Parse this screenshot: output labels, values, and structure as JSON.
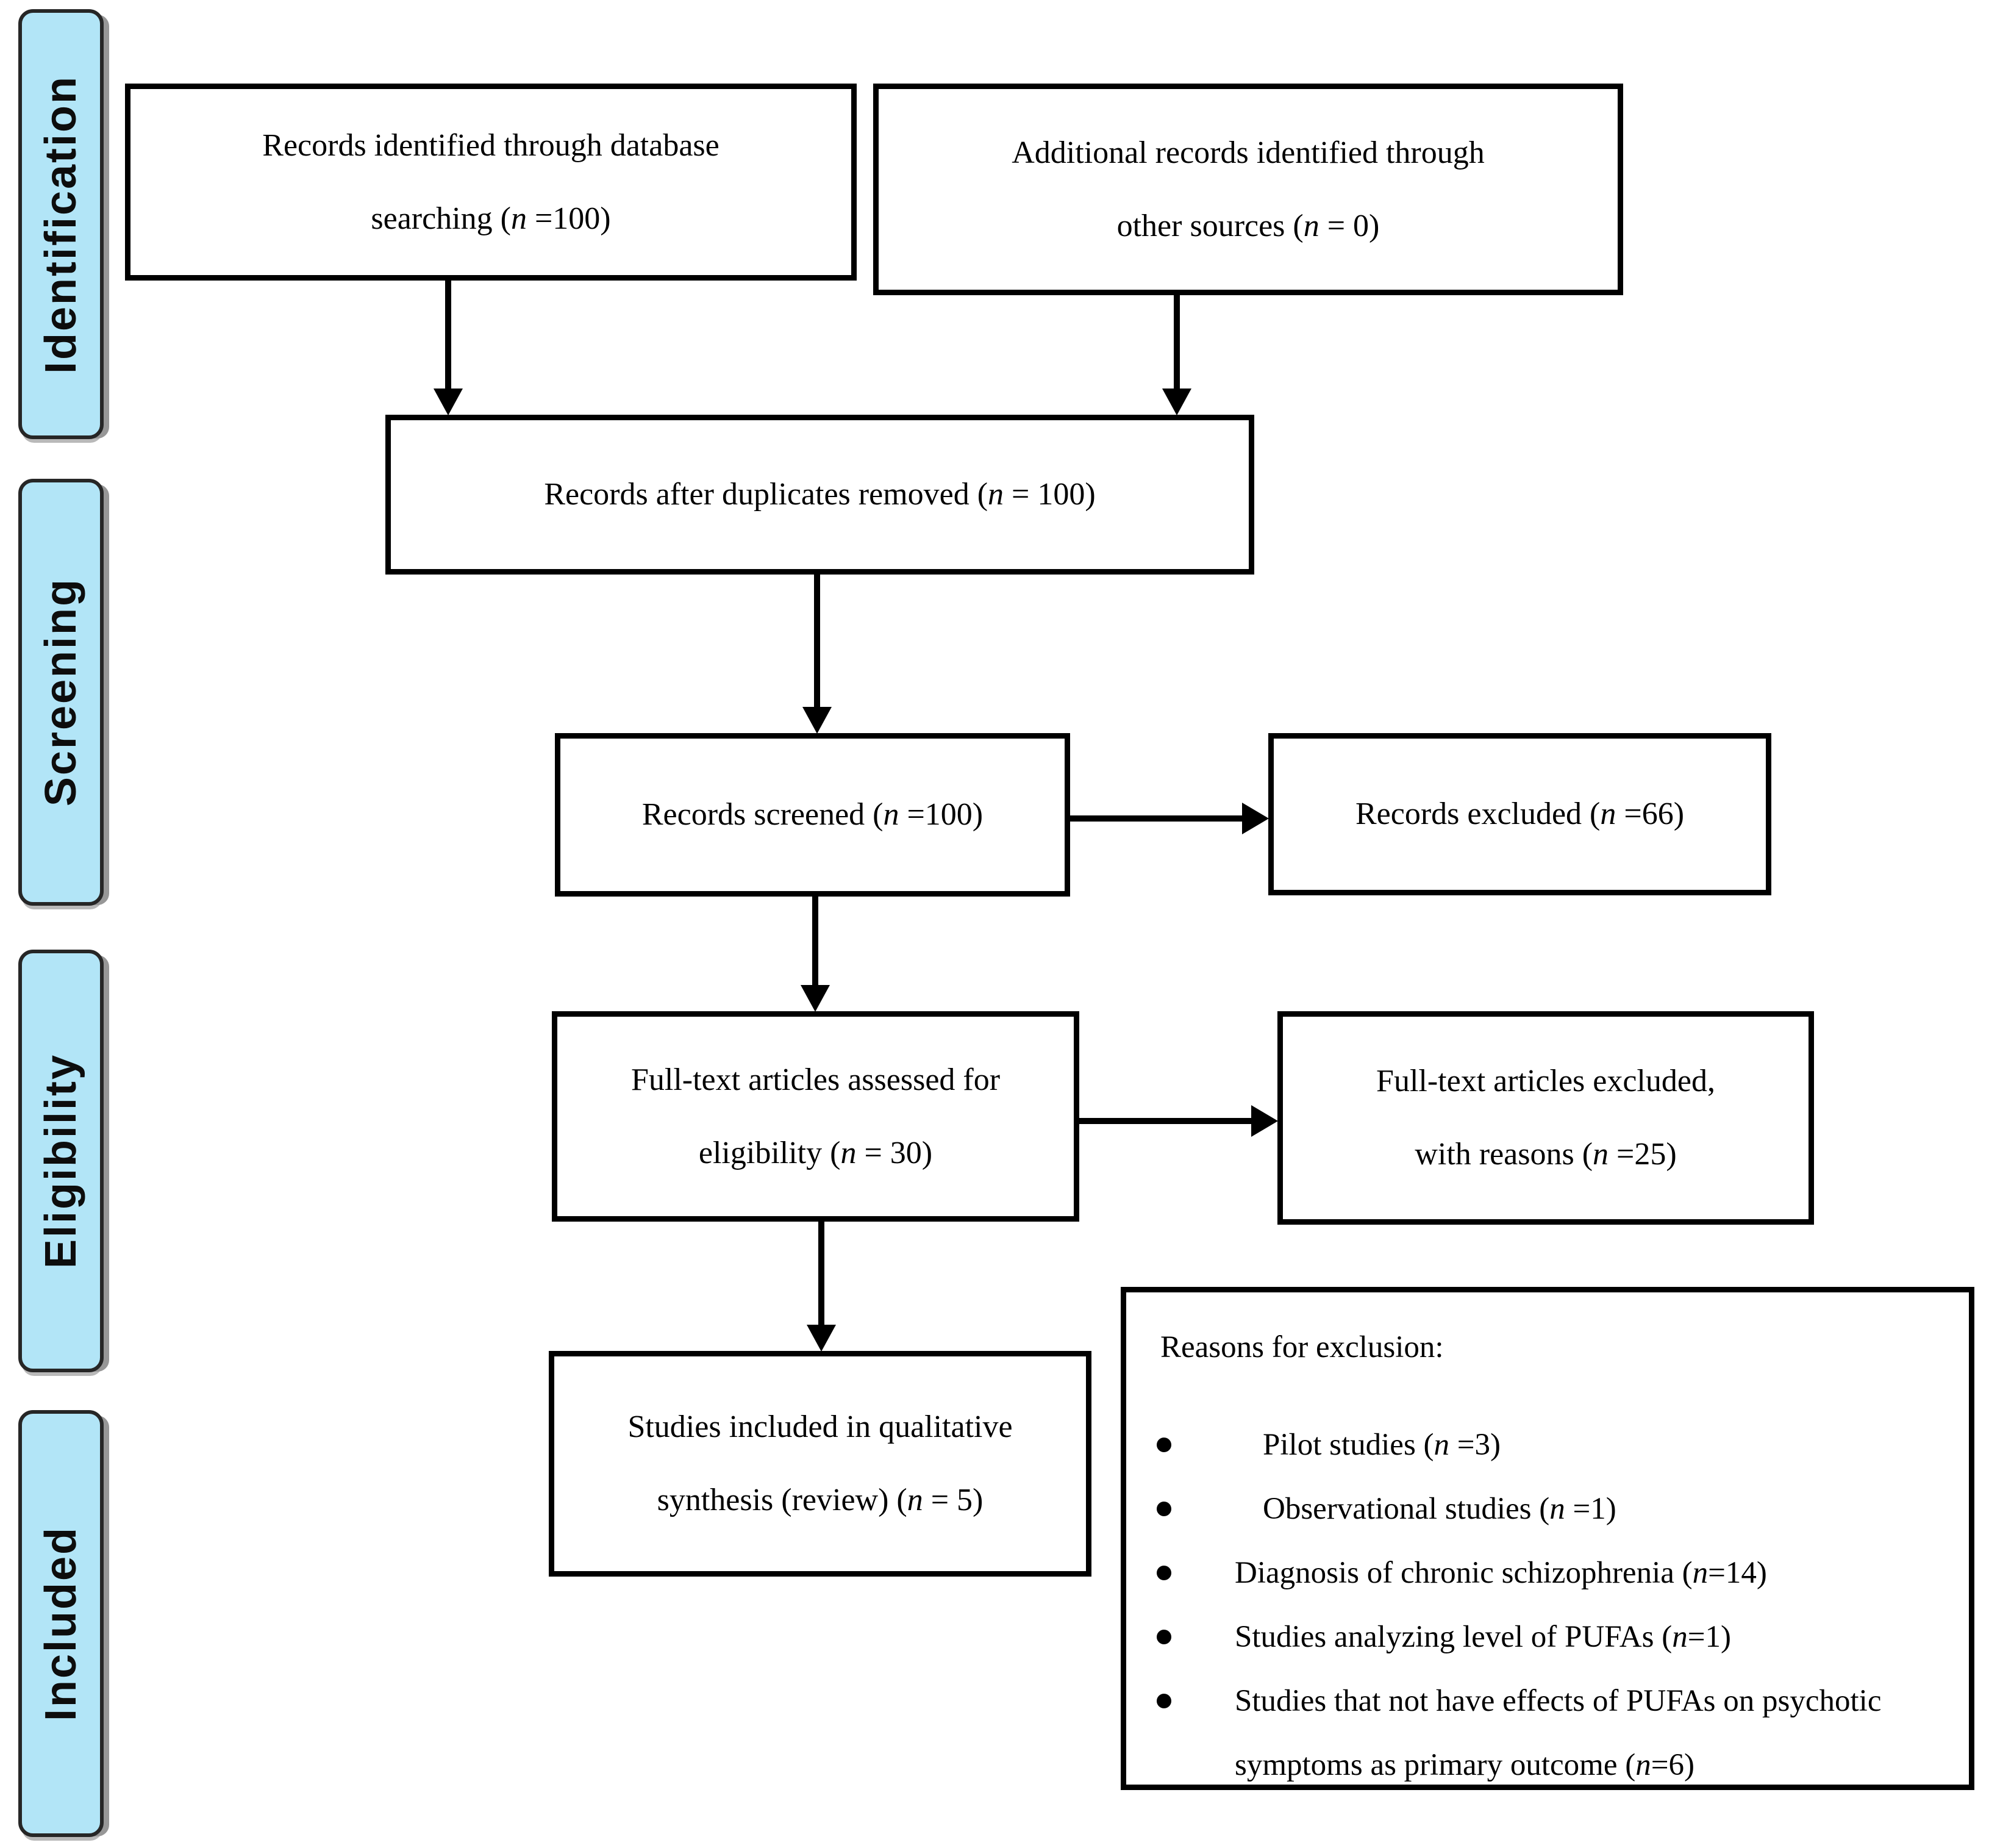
{
  "stages": [
    {
      "label": "Identification"
    },
    {
      "label": "Screening"
    },
    {
      "label": "Eligibility"
    },
    {
      "label": "Included"
    }
  ],
  "boxes": {
    "identified": {
      "lines": [
        "Records identified through database",
        "searching (n =100)"
      ]
    },
    "additional": {
      "lines": [
        "Additional records identified through",
        "other sources (n = 0)"
      ]
    },
    "deduplicated": {
      "lines": [
        "Records after duplicates removed (n = 100)"
      ]
    },
    "screened": {
      "lines": [
        "Records screened (n =100)"
      ]
    },
    "records_excluded": {
      "lines": [
        "Records excluded (n =66)"
      ]
    },
    "fulltext_assessed": {
      "lines": [
        "Full-text articles assessed for",
        "eligibility (n = 30)"
      ]
    },
    "fulltext_excluded": {
      "lines": [
        "Full-text articles excluded,",
        "with reasons (n =25)"
      ]
    },
    "included_studies": {
      "lines": [
        "Studies included in qualitative",
        "synthesis (review) (n = 5)"
      ]
    },
    "reasons": {
      "heading": "Reasons for exclusion:",
      "items": [
        "Pilot studies (n =3)",
        "Observational studies (n =1)",
        "Diagnosis of chronic schizophrenia (n=14)",
        "Studies analyzing level of PUFAs (n=1)",
        "Studies that not have effects of PUFAs on psychotic symptoms as primary outcome (n=6)"
      ]
    }
  },
  "colors": {
    "stage_fill": "#B2E5F7",
    "stage_border": "#262626",
    "box_border": "#000000",
    "arrow": "#000000"
  }
}
